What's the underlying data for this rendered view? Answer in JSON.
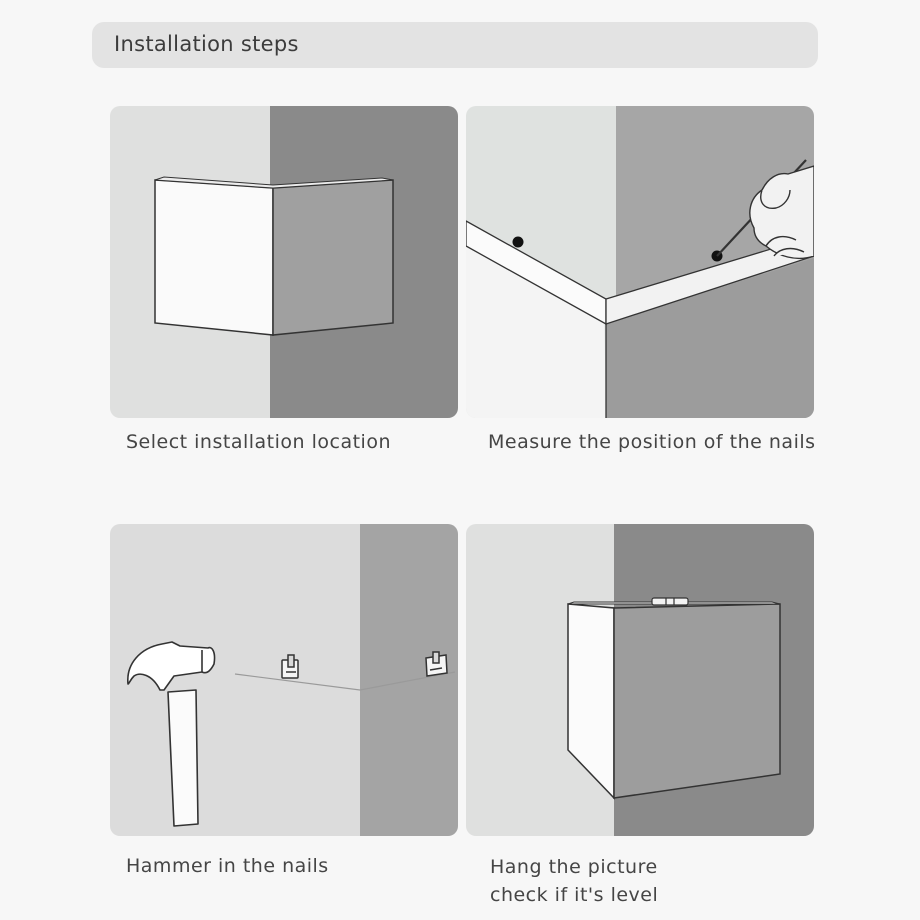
{
  "header": {
    "title": "Installation steps"
  },
  "steps": [
    {
      "caption": "Select installation location"
    },
    {
      "caption": "Measure the position of the nails"
    },
    {
      "caption": "Hammer in the nails"
    },
    {
      "caption_line1": "Hang the picture",
      "caption_line2": "check if it's level"
    }
  ],
  "colors": {
    "wall_light": "#dfe0df",
    "wall_dark": "#8a8a8a",
    "wall_mid": "#a6a6a6",
    "frame_white": "#fafafa",
    "frame_grey": "#9d9d9d",
    "outline": "#333333"
  }
}
